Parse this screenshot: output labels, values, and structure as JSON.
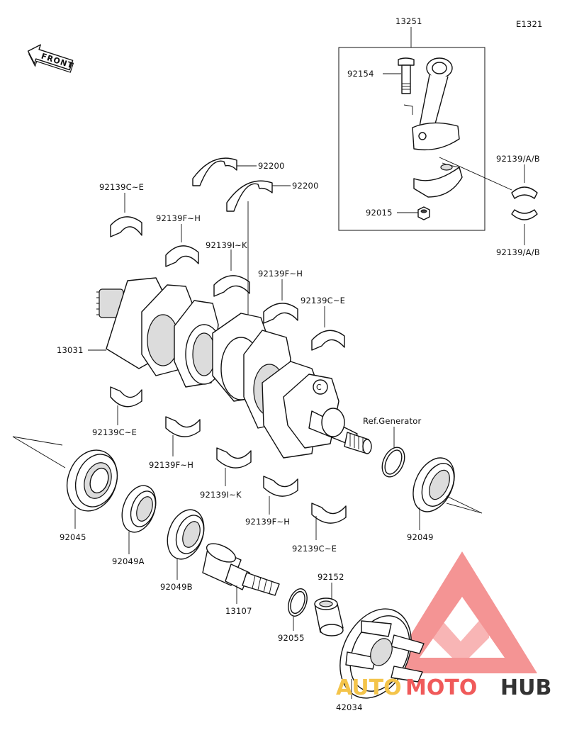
{
  "diagram": {
    "code": "E1321",
    "front_label": "FRONT",
    "ref_text": "Ref.Generator",
    "labels": {
      "p13251": "13251",
      "p92154": "92154",
      "p92015": "92015",
      "p92139ab_1": "92139/A/B",
      "p92139ab_2": "92139/A/B",
      "p92200_1": "92200",
      "p92200_2": "92200",
      "p92139ce_1": "92139C~E",
      "p92139fh_1": "92139F~H",
      "p92139ik_1": "92139I~K",
      "p92139fh_2": "92139F~H",
      "p92139ce_2": "92139C~E",
      "p13031": "13031",
      "p92139ce_3": "92139C~E",
      "p92139fh_3": "92139F~H",
      "p92139ik_2": "92139I~K",
      "p92139fh_4": "92139F~H",
      "p92139ce_4": "92139C~E",
      "p92045": "92045",
      "p92049a": "92049A",
      "p92049b": "92049B",
      "p92049": "92049",
      "p13107": "13107",
      "p92055": "92055",
      "p92152": "92152",
      "p42034": "42034"
    }
  },
  "watermark": {
    "part1": "AUTO",
    "part2": "MOTO",
    "part3": "HUB",
    "colors": {
      "auto": "#f4c44a",
      "moto": "#f05a5a",
      "hub": "#333333",
      "triangle": "#f27a7a"
    }
  }
}
